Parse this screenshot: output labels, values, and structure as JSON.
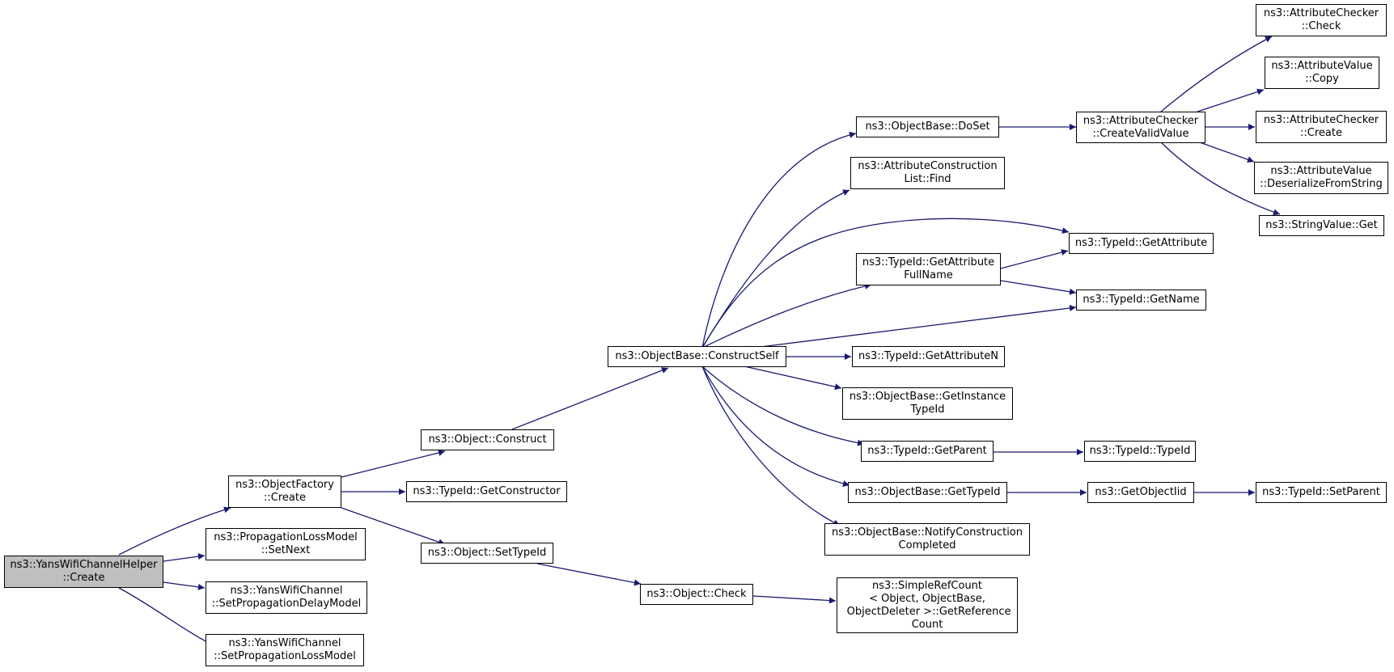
{
  "graph": {
    "edge_color": "#191970",
    "root_fill": "#bfbfbf",
    "node_fill": "#ffffff",
    "nodes": {
      "root": "ns3::YansWifiChannelHelper\n::Create",
      "of_create": "ns3::ObjectFactory\n::Create",
      "plm_setnext": "ns3::PropagationLossModel\n::SetNext",
      "ywc_setdelay": "ns3::YansWifiChannel\n::SetPropagationDelayModel",
      "ywc_setloss": "ns3::YansWifiChannel\n::SetPropagationLossModel",
      "obj_construct": "ns3::Object::Construct",
      "tid_getconstructor": "ns3::TypeId::GetConstructor",
      "obj_settypeid": "ns3::Object::SetTypeId",
      "ob_constructself": "ns3::ObjectBase::ConstructSelf",
      "obj_check": "ns3::Object::Check",
      "ob_doset": "ns3::ObjectBase::DoSet",
      "acl_find": "ns3::AttributeConstruction\nList::Find",
      "tid_getattrfullname": "ns3::TypeId::GetAttribute\nFullName",
      "tid_getattribute": "ns3::TypeId::GetAttribute",
      "tid_getname": "ns3::TypeId::GetName",
      "tid_getattributen": "ns3::TypeId::GetAttributeN",
      "ob_getinstancetypeid": "ns3::ObjectBase::GetInstance\nTypeId",
      "tid_getparent": "ns3::TypeId::GetParent",
      "ob_gettypeid": "ns3::ObjectBase::GetTypeId",
      "ob_notifyconstruction": "ns3::ObjectBase::NotifyConstruction\nCompleted",
      "src_getrefcount": "ns3::SimpleRefCount\n< Object, ObjectBase,\n ObjectDeleter >::GetReference\nCount",
      "ac_createvalid": "ns3::AttributeChecker\n::CreateValidValue",
      "ac_check": "ns3::AttributeChecker\n::Check",
      "av_copy": "ns3::AttributeValue\n::Copy",
      "ac_create": "ns3::AttributeChecker\n::Create",
      "av_deserialize": "ns3::AttributeValue\n::DeserializeFromString",
      "sv_get": "ns3::StringValue::Get",
      "tid_typeid": "ns3::TypeId::TypeId",
      "getobjectiid": "ns3::GetObjectIid",
      "tid_setparent": "ns3::TypeId::SetParent"
    }
  }
}
